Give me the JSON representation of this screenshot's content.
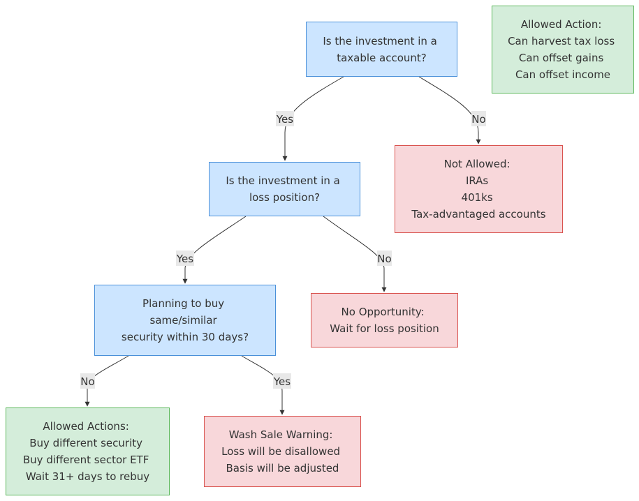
{
  "colors": {
    "question_fill": "#cce5ff",
    "question_stroke": "#4a90d9",
    "allowed_fill": "#d4edda",
    "allowed_stroke": "#5cb85c",
    "blocked_fill": "#f8d7da",
    "blocked_stroke": "#d9534f",
    "edge": "#333333",
    "edge_label_bg": "#e8e8e8",
    "text": "#333333"
  },
  "nodes": {
    "legend": {
      "lines": [
        "Allowed Action:",
        "Can harvest tax loss",
        "Can offset gains",
        "Can offset income"
      ],
      "style": "allowed"
    },
    "q_taxable": {
      "lines": [
        "Is the investment in a",
        "taxable account?"
      ],
      "style": "question"
    },
    "not_allowed": {
      "lines": [
        "Not Allowed:",
        "IRAs",
        "401ks",
        "Tax-advantaged accounts"
      ],
      "style": "blocked"
    },
    "q_loss": {
      "lines": [
        "Is the investment in a",
        "loss position?"
      ],
      "style": "question"
    },
    "no_opportunity": {
      "lines": [
        "No Opportunity:",
        "Wait for loss position"
      ],
      "style": "blocked"
    },
    "q_rebuy": {
      "lines": [
        "Planning to buy",
        "same/similar",
        "security within 30 days?"
      ],
      "style": "question"
    },
    "allowed_actions": {
      "lines": [
        "Allowed Actions:",
        "Buy different security",
        "Buy different sector ETF",
        "Wait 31+ days to rebuy"
      ],
      "style": "allowed"
    },
    "wash_sale": {
      "lines": [
        "Wash Sale Warning:",
        "Loss will be disallowed",
        "Basis will be adjusted"
      ],
      "style": "blocked"
    }
  },
  "edges": {
    "taxable_yes": {
      "label": "Yes"
    },
    "taxable_no": {
      "label": "No"
    },
    "loss_yes": {
      "label": "Yes"
    },
    "loss_no": {
      "label": "No"
    },
    "rebuy_no": {
      "label": "No"
    },
    "rebuy_yes": {
      "label": "Yes"
    }
  }
}
